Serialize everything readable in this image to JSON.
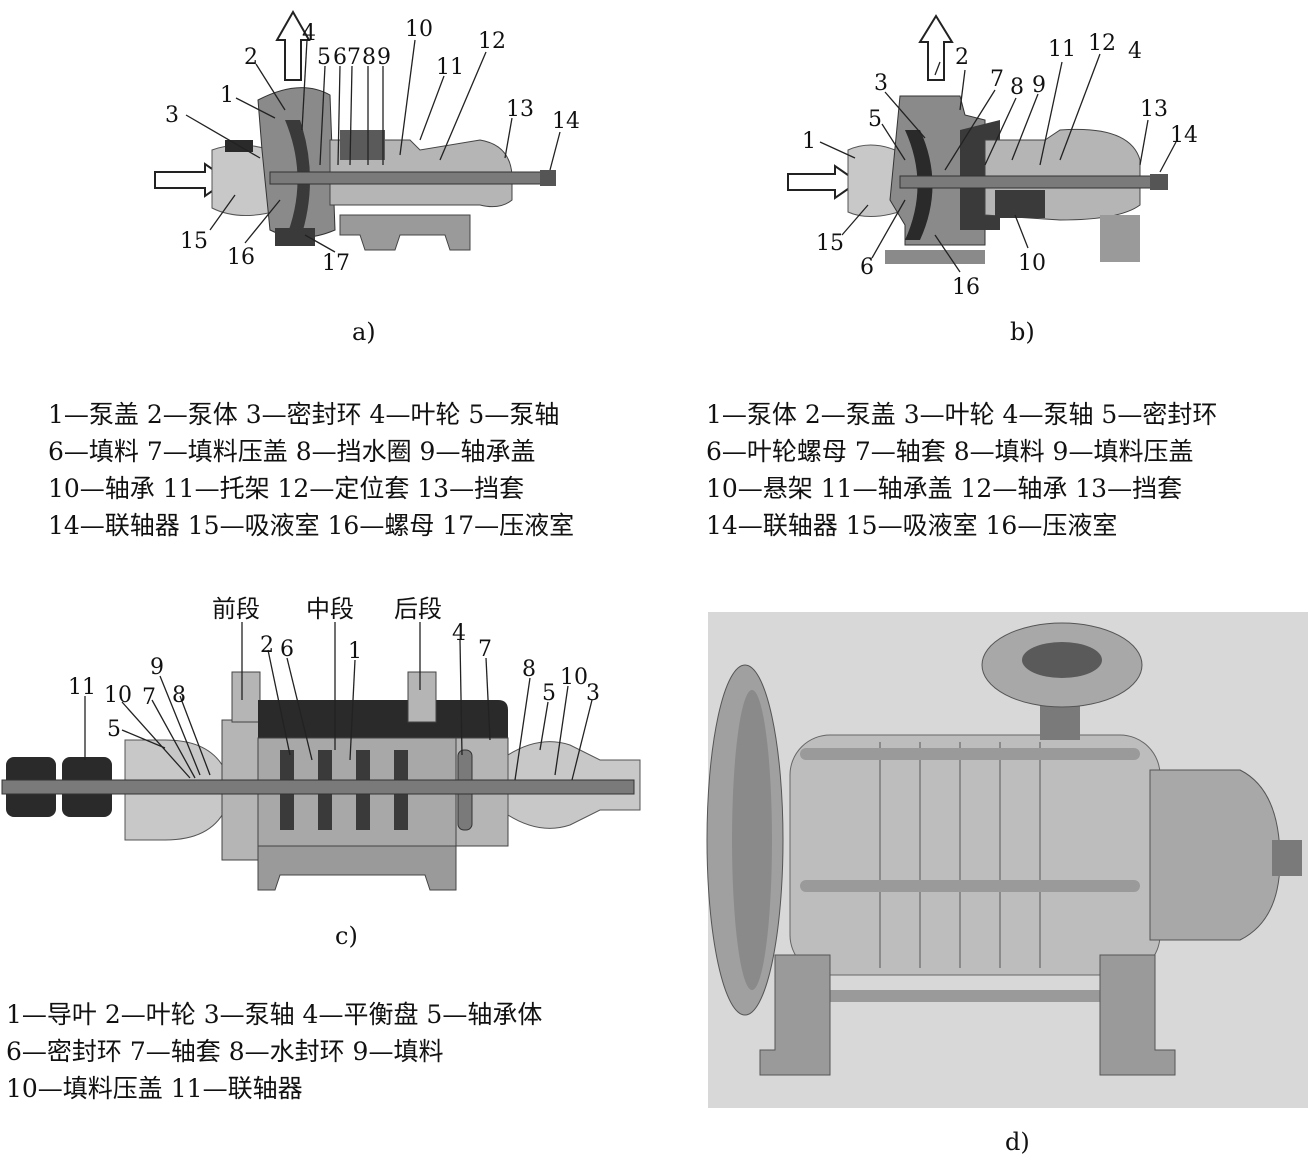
{
  "captions": {
    "a": "a)",
    "b": "b)",
    "c": "c)",
    "d": "d)"
  },
  "legend_a": [
    "1—泵盖  2—泵体  3—密封环 4—叶轮  5—泵轴",
    "6—填料  7—填料压盖  8—挡水圈  9—轴承盖",
    "10—轴承  11—托架  12—定位套  13—挡套",
    "14—联轴器  15—吸液室  16—螺母  17—压液室"
  ],
  "legend_b": [
    "1—泵体  2—泵盖  3—叶轮 4—泵轴  5—密封环",
    "6—叶轮螺母  7—轴套  8—填料  9—填料压盖",
    "10—悬架  11—轴承盖  12—轴承  13—挡套",
    "14—联轴器  15—吸液室  16—压液室"
  ],
  "legend_c": [
    "1—导叶  2—叶轮  3—泵轴 4—平衡盘  5—轴承体",
    "6—密封环 7—轴套  8—水封环  9—填料",
    "10—填料压盖  11—联轴器"
  ],
  "segments": {
    "front": "前段",
    "middle": "中段",
    "rear": "后段"
  },
  "labels_a": [
    "1",
    "2",
    "3",
    "4",
    "5",
    "6",
    "7",
    "8",
    "9",
    "10",
    "11",
    "12",
    "13",
    "14",
    "15",
    "16",
    "17"
  ],
  "labels_b": [
    "1",
    "2",
    "3",
    "4",
    "5",
    "7",
    "8",
    "9",
    "11",
    "12",
    "13",
    "14",
    "15",
    "6",
    "16",
    "10"
  ],
  "labels_c": [
    "11",
    "10",
    "9",
    "7",
    "8",
    "5",
    "2",
    "6",
    "1",
    "4",
    "7",
    "8",
    "5",
    "10",
    "3"
  ],
  "colors": {
    "metal_dark": "#3a3a3a",
    "metal_mid": "#8a8a8a",
    "metal_light": "#c8c8c8",
    "photo_bg": "#d8d8d8"
  }
}
